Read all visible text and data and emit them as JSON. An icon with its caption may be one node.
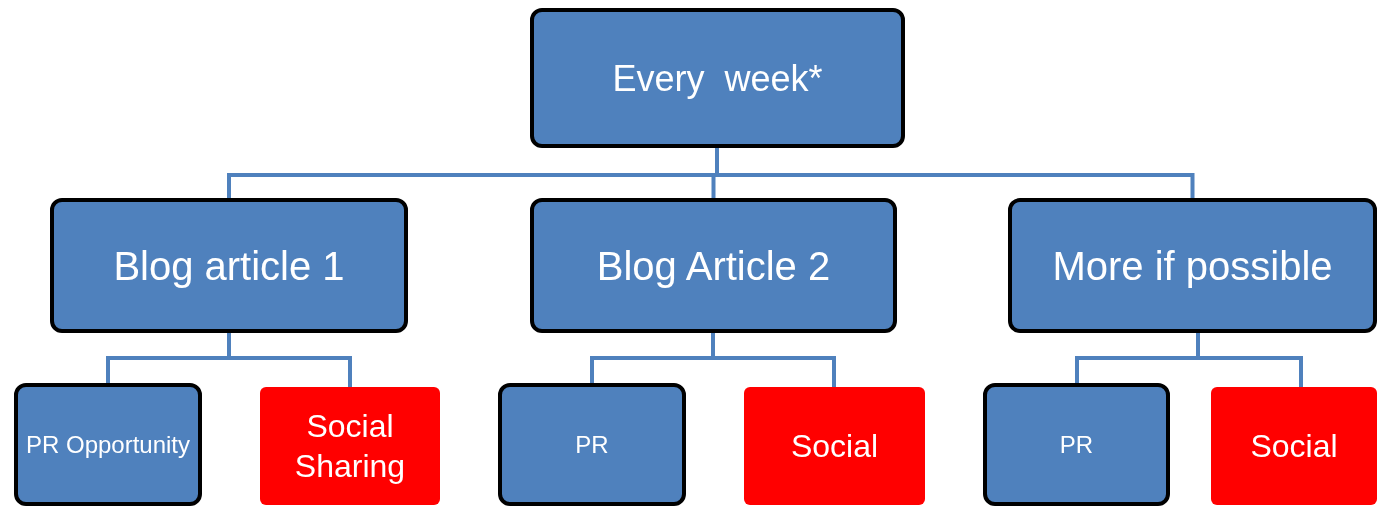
{
  "diagram": {
    "nodes": [
      {
        "text": [
          "Every  week*"
        ]
      },
      {
        "text": [
          "Blog article 1"
        ]
      },
      {
        "text": [
          "Blog Article 2"
        ]
      },
      {
        "text": [
          "More if possible"
        ]
      },
      {
        "text": [
          "PR Opportunity"
        ]
      },
      {
        "text": [
          "Social Sharing"
        ]
      },
      {
        "text": [
          "PR"
        ]
      },
      {
        "text": [
          "Social"
        ]
      },
      {
        "text": [
          "PR"
        ]
      },
      {
        "text": [
          "Social"
        ]
      }
    ],
    "edges": [
      {
        "from": 0,
        "to": 1,
        "arrow": "none"
      },
      {
        "from": 0,
        "to": 2,
        "arrow": "none"
      },
      {
        "from": 0,
        "to": 3,
        "arrow": "none"
      },
      {
        "from": 1,
        "to": 4,
        "arrow": "none"
      },
      {
        "from": 1,
        "to": 5,
        "arrow": "none"
      },
      {
        "from": 2,
        "to": 6,
        "arrow": "none"
      },
      {
        "from": 2,
        "to": 7,
        "arrow": "none"
      },
      {
        "from": 3,
        "to": 8,
        "arrow": "none"
      },
      {
        "from": 3,
        "to": 9,
        "arrow": "none"
      }
    ]
  }
}
